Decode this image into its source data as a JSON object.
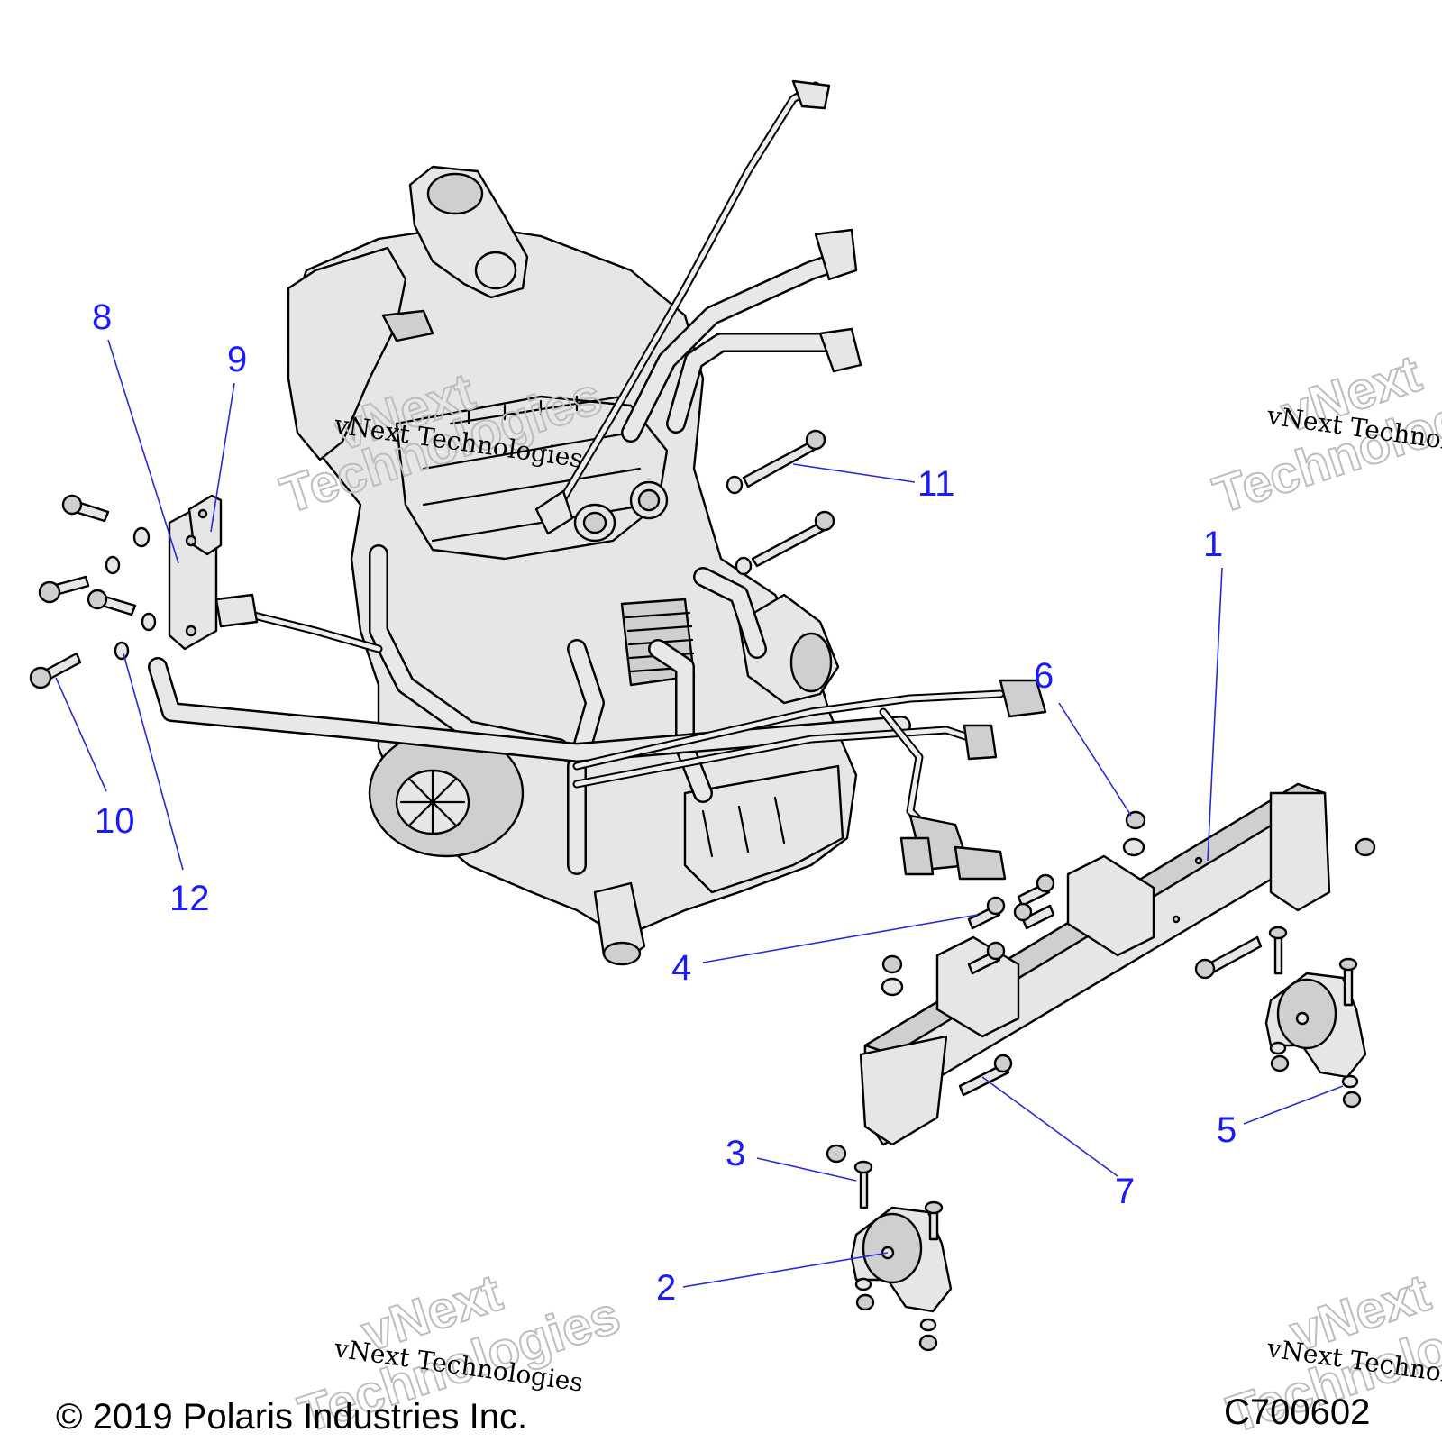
{
  "callouts": [
    "1",
    "2",
    "3",
    "4",
    "5",
    "6",
    "7",
    "8",
    "9",
    "10",
    "11",
    "12"
  ],
  "watermark": {
    "small": "vNext Technologies",
    "big_line1": "vNext",
    "big_line2": "Technologies"
  },
  "footer": {
    "copyright": "© 2019 Polaris Industries Inc.",
    "diagram_code": "C700602"
  },
  "colors": {
    "callout": "#1a1aff",
    "part_fill": "#e6e6e6",
    "outline": "#000000"
  }
}
